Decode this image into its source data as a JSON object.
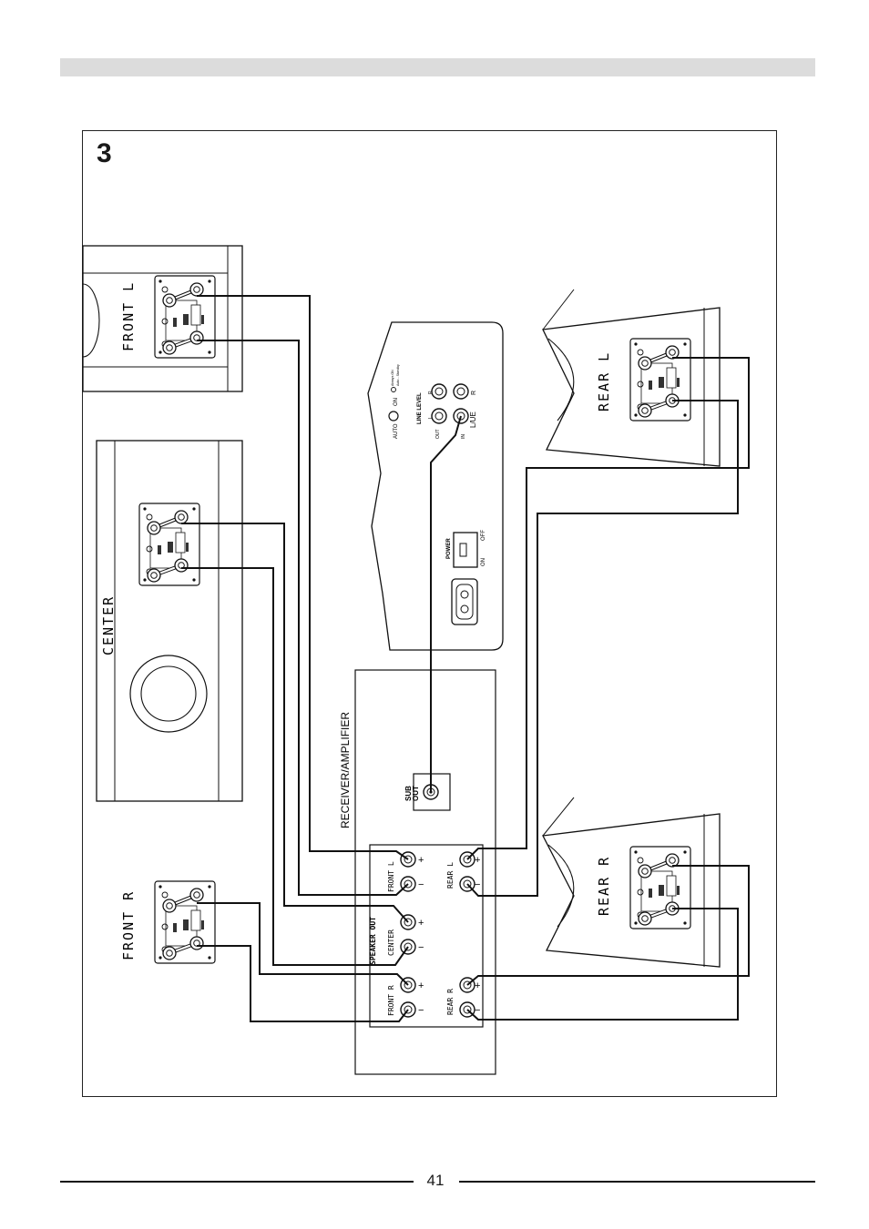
{
  "figure": {
    "number": "3"
  },
  "speakers": {
    "front_l": "FRONT L",
    "front_r": "FRONT R",
    "center": "CENTER",
    "rear_l": "REAR L",
    "rear_r": "REAR R"
  },
  "subwoofer": {
    "line_level": "LINE LEVEL",
    "auto": "AUTO",
    "on": "ON",
    "out": "OUT",
    "in": "IN",
    "l_ue": "L/UE",
    "r": "R",
    "l": "L",
    "power": "POWER",
    "power_on": "ON",
    "power_off": "OFF",
    "hint_on": "Always ON",
    "hint_auto": "Auto - Standby"
  },
  "receiver": {
    "title": "RECEIVER/AMPLIFIER",
    "sub_out_1": "SUB",
    "sub_out_2": "OUT",
    "speaker_out": "SPEAKER OUT",
    "front_l": "FRONT L",
    "center": "CENTER",
    "front_r": "FRONT R",
    "rear_l": "REAR L",
    "rear_r": "REAR R",
    "plus": "+",
    "minus": "−"
  },
  "page": {
    "number": "41"
  }
}
